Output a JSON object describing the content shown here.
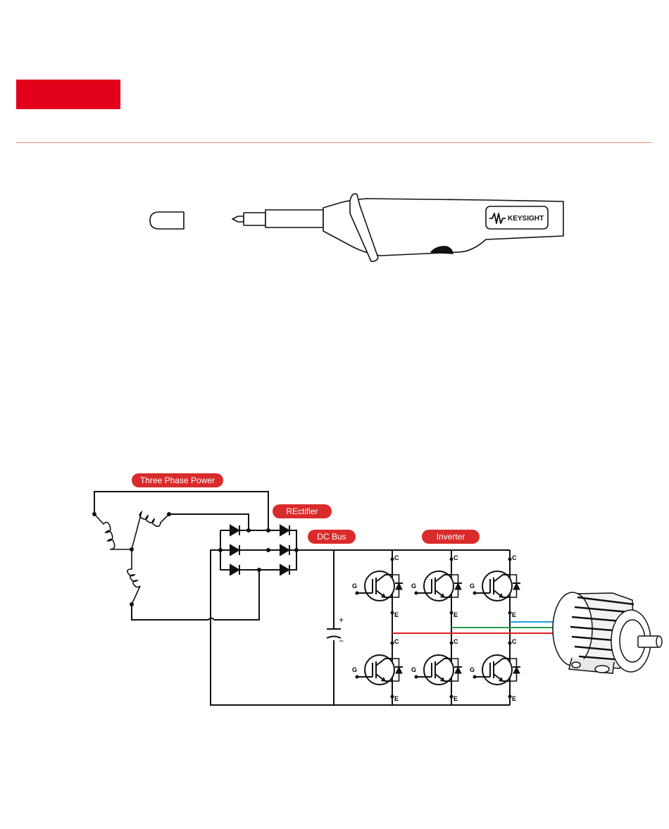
{
  "header": {
    "accent_color": "#e3001b",
    "rule_color": "#f08a7e"
  },
  "probe": {
    "brand_logo": "KEYSIGHT",
    "tip_cap_icon": "probe-tip-cap-icon",
    "body_icon": "probe-body-icon"
  },
  "diagram": {
    "pill_color": "#d92b2b",
    "sections": {
      "three_phase": "Three Phase Power",
      "rectifier": "REctifier",
      "dc_bus": "DC Bus",
      "inverter": "Inverter"
    },
    "pins": {
      "collector": "C",
      "emitter": "E",
      "gate": "G"
    },
    "capacitor": {
      "plus": "+",
      "minus": "−"
    },
    "phase_wire_colors": [
      "#1aa3e0",
      "#2a9d4a",
      "#e02020"
    ],
    "motor_icon": "electric-motor-icon"
  }
}
